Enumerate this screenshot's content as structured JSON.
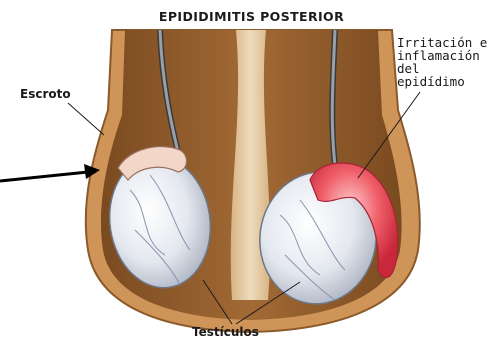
{
  "title": "EPIDIDIMITIS POSTERIOR",
  "labels": {
    "escroto": "Escroto",
    "irritacion": [
      "Irritación e",
      "inflamación",
      "del",
      "epidídimo"
    ],
    "testiculos": "Testículos"
  },
  "colors": {
    "scrotum_skin": "#c88a4e",
    "scrotum_inner": "#8b5a2b",
    "testis": "#e6eaf0",
    "inflamed": "#e0404a",
    "arrow": "#000000"
  }
}
